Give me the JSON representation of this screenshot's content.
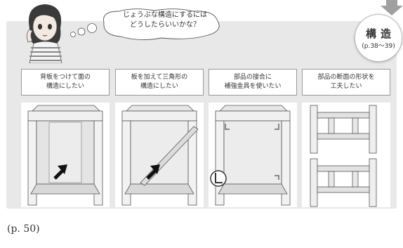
{
  "speech": {
    "line1": "じょうぶな構造にするには",
    "line2": "どうしたらいいかな？"
  },
  "badge": {
    "title": "構造",
    "pages": "(p.38〜39)"
  },
  "methods": [
    {
      "line1": "背板をつけて面の",
      "line2": "構造にしたい"
    },
    {
      "line1": "板を加えて三角形の",
      "line2": "構造にしたい"
    },
    {
      "line1": "部品の接合に",
      "line2": "補強金具を使いたい"
    },
    {
      "line1": "部品の断面の形状を",
      "line2": "工夫したい"
    }
  ],
  "caption": "(p. 50)"
}
